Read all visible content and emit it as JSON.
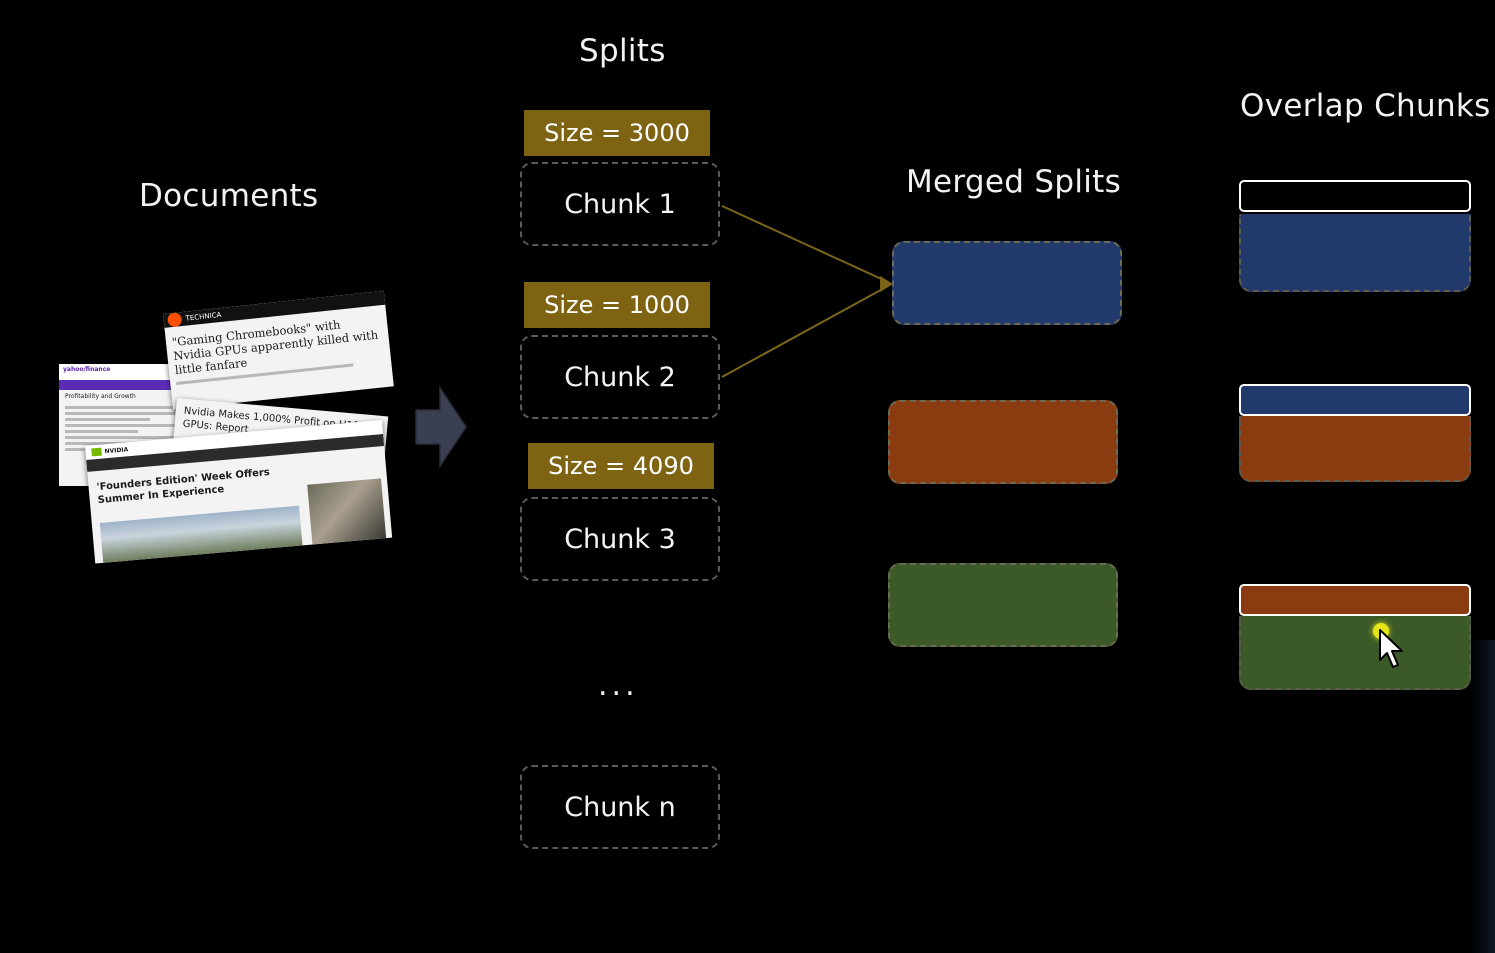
{
  "headings": {
    "documents": "Documents",
    "splits": "Splits",
    "merged": "Merged Splits",
    "overlap": "Overlap Chunks"
  },
  "splits": [
    {
      "size_label": "Size = 3000",
      "chunk_label": "Chunk 1"
    },
    {
      "size_label": "Size = 1000",
      "chunk_label": "Chunk 2"
    },
    {
      "size_label": "Size = 4090",
      "chunk_label": "Chunk 3"
    }
  ],
  "ellipsis": "...",
  "last_chunk": "Chunk n",
  "documents": {
    "ars_brand": "TECHNICA",
    "ars_headline": "\"Gaming Chromebooks\" with Nvidia GPUs apparently killed with little fanfare",
    "h100_headline": "Nvidia Makes 1,000% Profit on H100 GPUs: Report",
    "nvidia_brand": "NVIDIA",
    "nvidia_headline": "'Founders Edition' Week Offers Summer In Experience",
    "yahoo_brand": "yahoo/finance",
    "yahoo_section": "Profitability and Growth"
  },
  "colors": {
    "blue": "#213a6b",
    "orange": "#8a3c10",
    "green": "#3c5a28",
    "gold": "#7e6412",
    "arrow": "#3a4052"
  }
}
